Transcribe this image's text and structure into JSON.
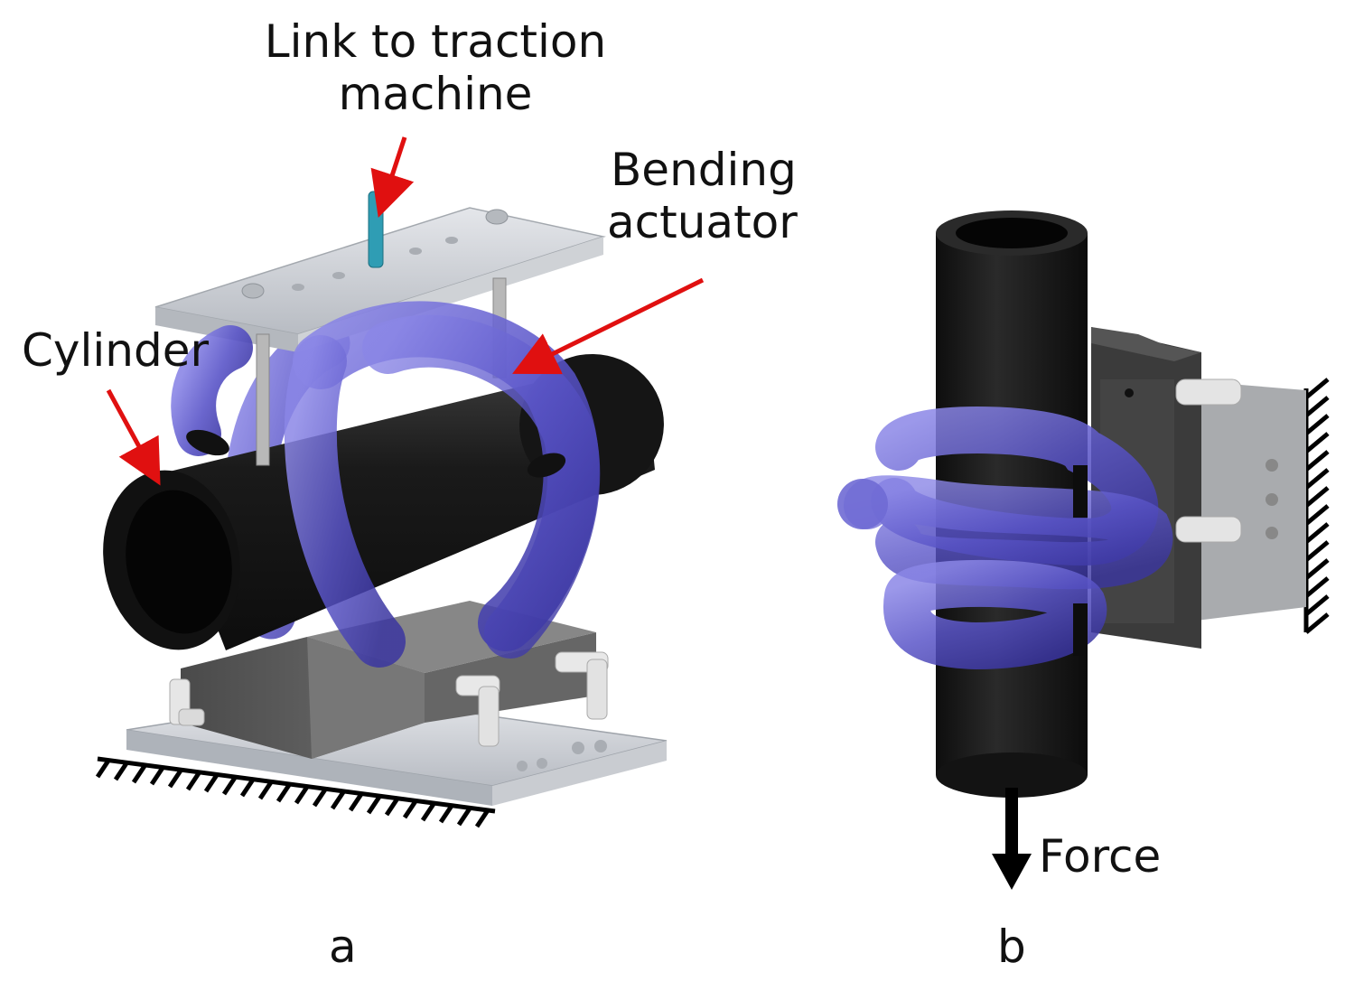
{
  "labels": {
    "link_line1": "Link to traction",
    "link_line2": "machine",
    "bending_line1": "Bending",
    "bending_line2": "actuator",
    "cylinder": "Cylinder",
    "force": "Force",
    "panel_a": "a",
    "panel_b": "b"
  },
  "colors": {
    "arrow_red": "#e01010",
    "actuator_blue": "#5a55c8",
    "cylinder_black": "#1c1c1c",
    "plate_grey": "#d6d9de",
    "block_grey": "#5c5c5c",
    "ground_hatch": "#000000"
  },
  "icons": [
    "threaded-rod",
    "elbow-fitting",
    "ground-hatch",
    "force-arrow"
  ]
}
